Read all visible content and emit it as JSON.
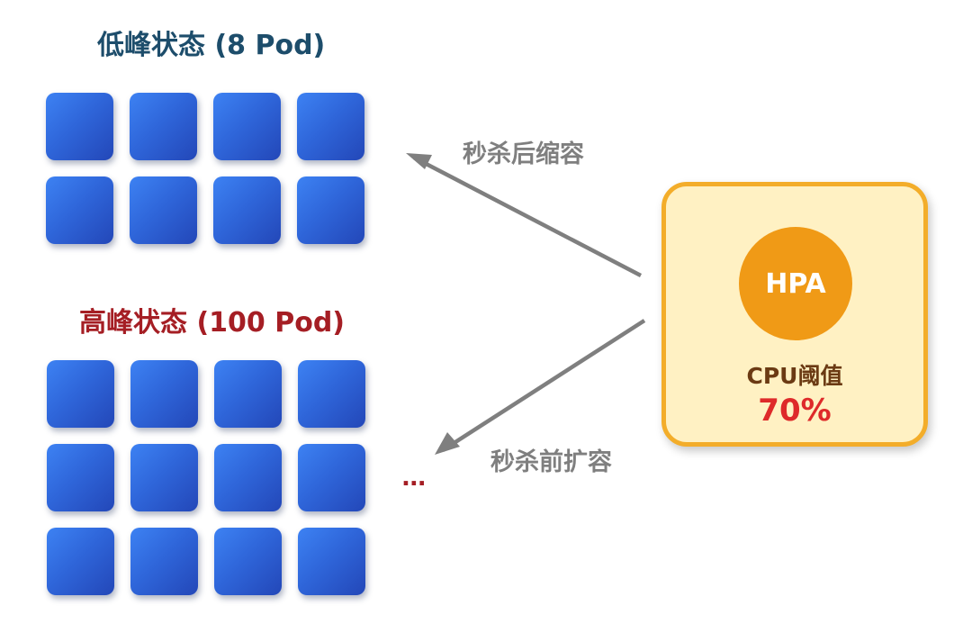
{
  "low_peak": {
    "title": "低峰状态 (8 Pod)",
    "pod_count": 8
  },
  "high_peak": {
    "title": "高峰状态 (100 Pod)",
    "pod_count": 12,
    "more_indicator": "..."
  },
  "arrows": {
    "scale_down_label": "秒杀后缩容",
    "scale_up_label": "秒杀前扩容"
  },
  "hpa": {
    "name": "HPA",
    "threshold_label": "CPU阈值",
    "threshold_value": "70%"
  },
  "colors": {
    "pod": "#2f66da",
    "arrow": "#7f7f7f",
    "hpa_fill": "#f09a16",
    "hpa_box": "#fff1c3",
    "hpa_border": "#f3ad2a",
    "low_title": "#1d4d6b",
    "high_title": "#a51e24",
    "threshold_value": "#de2a2a"
  }
}
